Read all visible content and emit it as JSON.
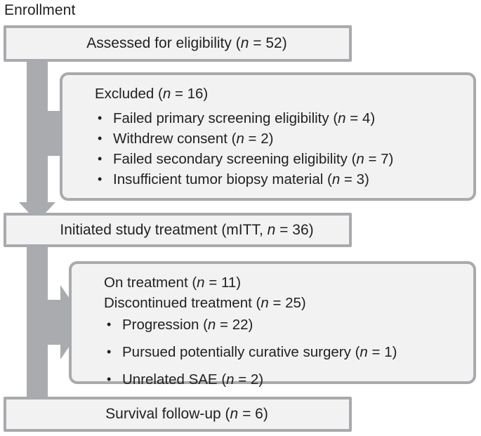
{
  "diagram": {
    "type": "consort-participant-flow",
    "section_label": "Enrollment",
    "colors": {
      "box_fill": "#f2f2f2",
      "box_border": "#a8aaad",
      "arrow": "#a9abae",
      "text": "#231f20",
      "page_background": "#ffffff"
    },
    "nodes": {
      "assessed": {
        "id": "assessed-for-eligibility",
        "text": "Assessed for eligibility (n = 52)",
        "label": "Assessed for eligibility",
        "n_prefix": "(",
        "n_italic": "n",
        "n_value": " = 52)",
        "count": 52,
        "shape": "rectangle"
      },
      "excluded": {
        "id": "excluded",
        "heading_label": "Excluded ",
        "heading_n_italic": "n",
        "heading_n_value": " = 16)",
        "heading_paren": "(",
        "heading_text": "Excluded (n = 16)",
        "count": 16,
        "shape": "rounded-rectangle",
        "items": [
          {
            "label": "Failed primary screening eligibility ",
            "n_value": " = 4)",
            "count": 4,
            "text": "Failed primary screening eligibility (n = 4)"
          },
          {
            "label": "Withdrew consent ",
            "n_value": " = 2)",
            "count": 2,
            "text": "Withdrew consent (n = 2)"
          },
          {
            "label": "Failed secondary screening eligibility ",
            "n_value": " = 7)",
            "count": 7,
            "text": "Failed secondary screening eligibility (n = 7)"
          },
          {
            "label": "Insufficient tumor biopsy material ",
            "n_value": " = 3)",
            "count": 3,
            "text": "Insufficient tumor biopsy material (n = 3)"
          }
        ]
      },
      "initiated": {
        "id": "initiated-study-treatment",
        "label": "Initiated study treatment (mITT, ",
        "n_italic": "n",
        "n_value": " = 36)",
        "text": "Initiated study treatment (mITT, n = 36)",
        "count": 36,
        "shape": "rectangle"
      },
      "treatment_status": {
        "id": "treatment-status",
        "shape": "rounded-rectangle",
        "heading_on_label": "On treatment ",
        "heading_on_paren": "(",
        "heading_on_n": "n",
        "heading_on_value": " = 11)",
        "heading_on_text": "On treatment (n = 11)",
        "on_treatment_count": 11,
        "heading_disc_label": "Discontinued treatment ",
        "heading_disc_paren": "(",
        "heading_disc_n": "n",
        "heading_disc_value": " = 25)",
        "heading_disc_text": "Discontinued treatment (n = 25)",
        "discontinued_count": 25,
        "items": [
          {
            "label": "Progression ",
            "n_value": " = 22)",
            "count": 22,
            "text": "Progression (n = 22)"
          },
          {
            "label": "Pursued potentially curative surgery ",
            "n_value": " = 1)",
            "count": 1,
            "text": "Pursued potentially curative surgery (n = 1)"
          },
          {
            "label": "Unrelated SAE ",
            "n_value": " = 2)",
            "count": 2,
            "text": "Unrelated SAE (n = 2)"
          }
        ]
      },
      "survival": {
        "id": "survival-follow-up",
        "label": "Survival follow-up ",
        "n_paren": "(",
        "n_italic": "n",
        "n_value": " = 6)",
        "text": "Survival follow-up (n = 6)",
        "count": 6,
        "shape": "rectangle"
      }
    },
    "glyphs": {
      "bullet": "•",
      "open_paren": "(",
      "italic_n": "n"
    },
    "flow": [
      {
        "from": "assessed",
        "to": "excluded",
        "direction": "right"
      },
      {
        "from": "assessed",
        "to": "initiated",
        "direction": "down"
      },
      {
        "from": "initiated",
        "to": "treatment_status",
        "direction": "right"
      },
      {
        "from": "initiated",
        "to": "survival",
        "direction": "down"
      }
    ]
  }
}
